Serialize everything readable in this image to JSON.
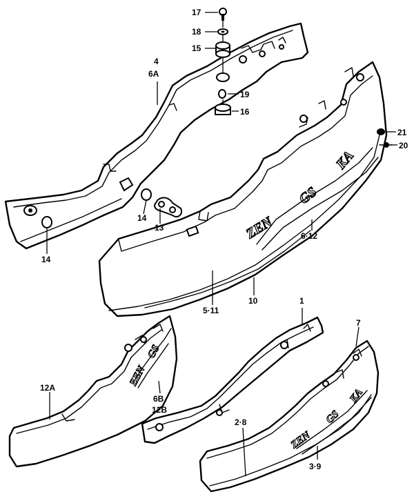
{
  "diagram": {
    "callouts": {
      "c17": "17",
      "c18": "18",
      "c15": "15",
      "c4": "4",
      "c6a": "6A",
      "c19": "19",
      "c16": "16",
      "c21": "21",
      "c20": "20",
      "c14a": "14",
      "c13": "13",
      "c14b": "14",
      "c612": "6·12",
      "c511": "5·11",
      "c10": "10",
      "c1": "1",
      "c7": "7",
      "c12a": "12A",
      "c6b": "6B",
      "c12b": "12B",
      "c28": "2·8",
      "c39": "3·9"
    }
  }
}
